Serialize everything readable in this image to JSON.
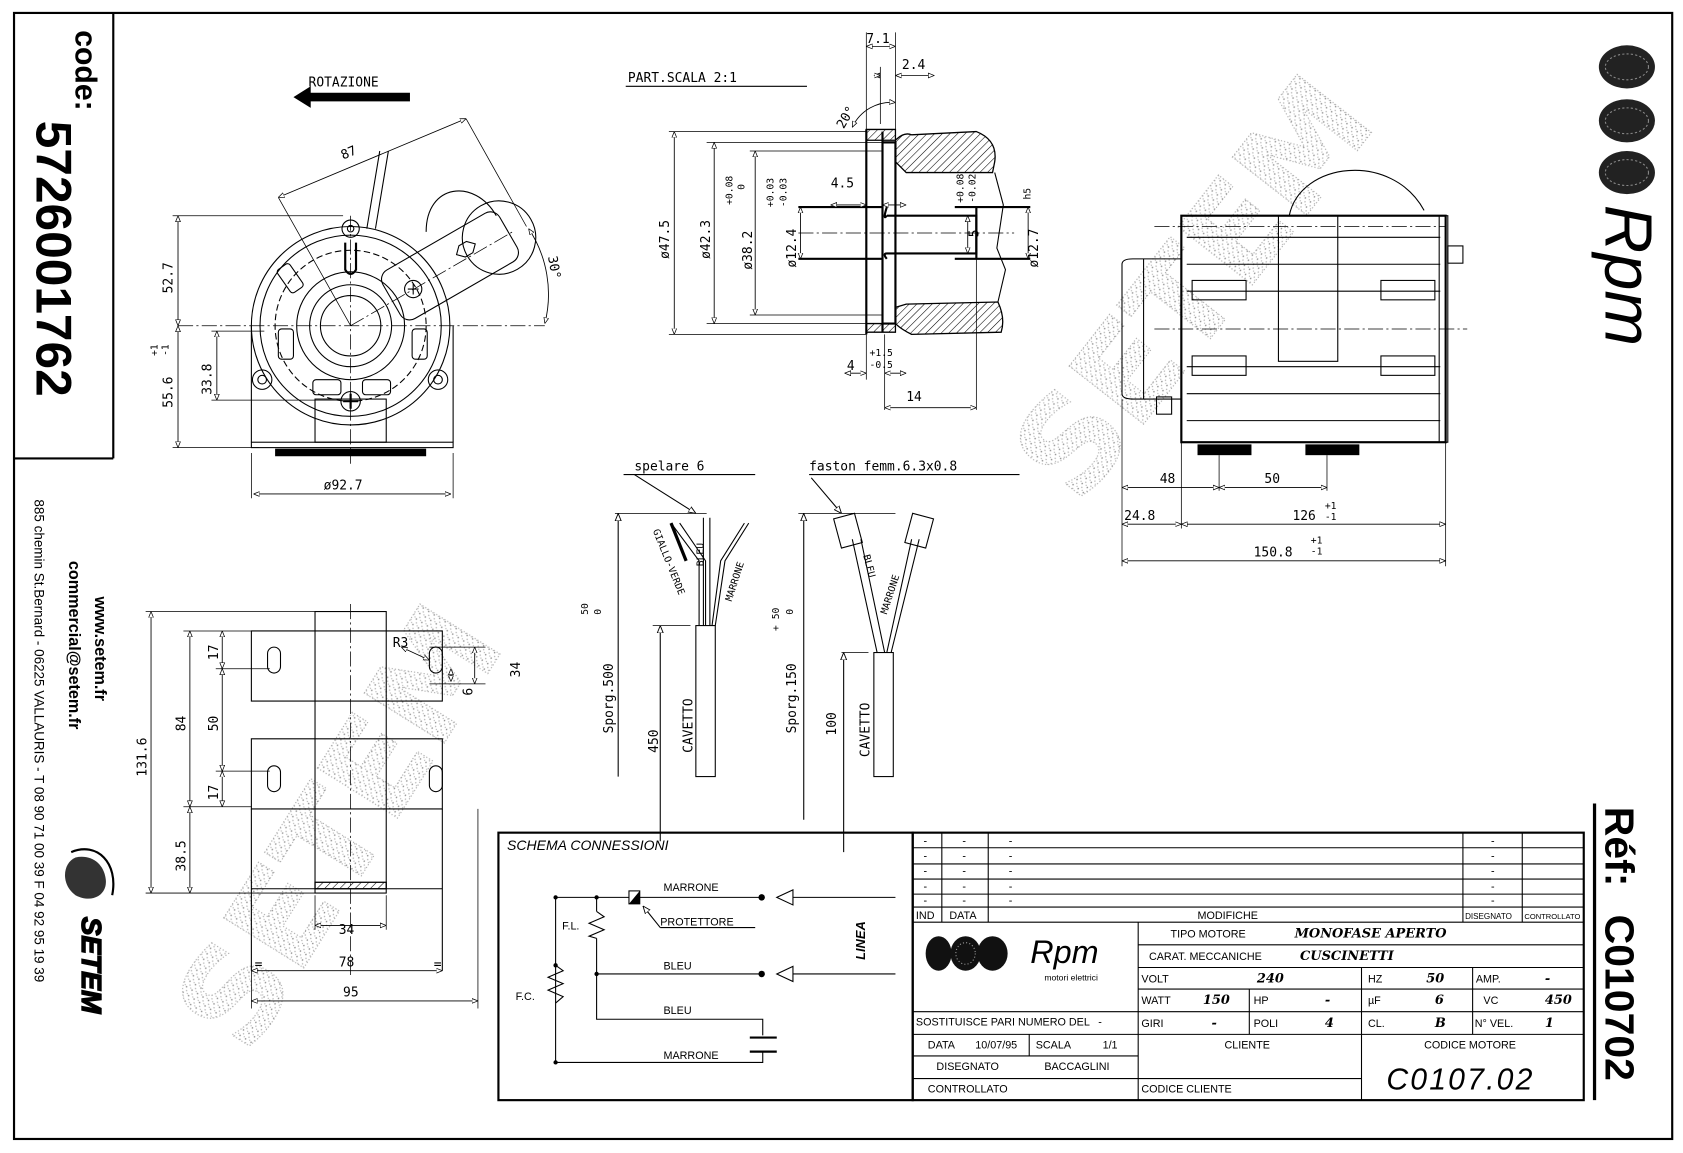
{
  "left_strip": {
    "code_label": "code:",
    "code": "5726001762",
    "website": "www.setem.fr",
    "email": "commercial@setem.fr",
    "address": "885 chemin St.Bernard - 06225 VALLAURIS - T 08 90 71 00 39  F 04 92 95 19 39",
    "brand": "SETEM"
  },
  "right_strip": {
    "brand": "Rpm",
    "ref_label": "Réf:",
    "ref": "C010702"
  },
  "watermark": "SETEM",
  "front_view": {
    "rotation_label": "ROTAZIONE",
    "dim_87": "87",
    "dim_52_7": "52.7",
    "dim_55_6": "55.6",
    "tol_plus": "+1",
    "tol_minus": "-1",
    "dim_33_8": "33.8",
    "angle_30": "30°",
    "dia_92_7": "ø92.7"
  },
  "detail": {
    "title": "PART.SCALA 2:1",
    "dim_7_1": "7.1",
    "dim_2_4": "2.4",
    "angle_20": "20°",
    "dim_4_5": "4.5",
    "dia_47_5": "ø47.5",
    "dia_42_3": "ø42.3",
    "dia_38_2": "ø38.2",
    "tol_38_2_plus": "+0.08",
    "tol_38_2_minus": "0",
    "dia_12_4": "ø12.4",
    "tol_12_4_plus": "+0.03",
    "tol_12_4_minus": "-0.03",
    "dim_5": "5",
    "tol_5_plus": "+0.08",
    "tol_5_minus": "-0.02",
    "dia_12_7": "ø12.7",
    "fit_h5": "h5",
    "dim_4": "4",
    "tol_4_plus": "+1.5",
    "tol_4_minus": "-0.5",
    "dim_14": "14"
  },
  "side_view": {
    "dim_48": "48",
    "dim_50": "50",
    "dim_24_8": "24.8",
    "dim_126": "126",
    "dim_150_8": "150.8",
    "tol_plus": "+1",
    "tol_minus": "-1"
  },
  "bracket_view": {
    "dim_131_6": "131.6",
    "dim_84": "84",
    "dim_17_top": "17",
    "dim_50": "50",
    "dim_17_bottom": "17",
    "dim_38_5": "38.5",
    "dim_r3": "R3",
    "dim_6": "6",
    "dim_34_right": "34",
    "dim_34_bottom": "34",
    "dim_78": "78",
    "dim_95": "95",
    "eq_mark": "="
  },
  "cables": {
    "left": {
      "note": "spelare 6",
      "wires": [
        "GIALLO-VERDE",
        "BLEU",
        "MARRONE"
      ],
      "length_label": "Sporg.500",
      "tol_plus": "50",
      "tol_minus": "0",
      "cable_length": "450",
      "cable_label": "CAVETTO"
    },
    "right": {
      "note": "faston femm.6.3x0.8",
      "wires": [
        "BLEU",
        "MARRONE"
      ],
      "length_label": "Sporg.150",
      "tol_plus": "+ 50",
      "tol_minus": "0",
      "cable_length": "100",
      "cable_label": "CAVETTO"
    }
  },
  "schema": {
    "title": "SCHEMA CONNESSIONI",
    "marrone_top": "MARRONE",
    "protettore": "PROTETTORE",
    "fl": "F.L.",
    "fc": "F.C.",
    "bleu_line": "BLEU",
    "bleu_cap": "BLEU",
    "marrone_bottom": "MARRONE",
    "linea": "LINEA"
  },
  "title_block": {
    "modifications": [
      [
        "-",
        "-",
        "-",
        "-",
        ""
      ],
      [
        "-",
        "-",
        "-",
        "-",
        ""
      ],
      [
        "-",
        "-",
        "-",
        "-",
        ""
      ],
      [
        "-",
        "-",
        "-",
        "-",
        ""
      ],
      [
        "-",
        "-",
        "-",
        "-",
        ""
      ]
    ],
    "headers": [
      "IND",
      "DATA",
      "MODIFICHE",
      "DISEGNATO",
      "CONTROLLATO"
    ],
    "logo_brand": "Rpm",
    "logo_tagline": "motori elettrici",
    "tipo_motore_label": "TIPO MOTORE",
    "tipo_motore": "MONOFASE APERTO",
    "carat_label": "CARAT. MECCANICHE",
    "carat": "CUSCINETTI",
    "volt_label": "VOLT",
    "volt": "240",
    "hz_label": "HZ",
    "hz": "50",
    "amp_label": "AMP.",
    "amp": "-",
    "watt_label": "WATT",
    "watt": "150",
    "hp_label": "HP",
    "hp": "-",
    "uf_label": "µF",
    "uf": "6",
    "vc_label": "VC",
    "vc": "450",
    "giri_label": "GIRI",
    "giri": "-",
    "poli_label": "POLI",
    "poli": "4",
    "cl_label": "CL.",
    "cl": "B",
    "nvel_label": "N° VEL.",
    "nvel": "1",
    "sostituisce_label": "SOSTITUISCE PARI NUMERO DEL",
    "sostituisce": "-",
    "data_label": "DATA",
    "data": "10/07/95",
    "scala_label": "SCALA",
    "scala": "1/1",
    "disegnato_label": "DISEGNATO",
    "disegnato": "BACCAGLINI",
    "controllato_label": "CONTROLLATO",
    "cliente_label": "CLIENTE",
    "codice_cliente_label": "CODICE CLIENTE",
    "codice_motore_label": "CODICE MOTORE",
    "codice_motore": "C0107.02"
  }
}
